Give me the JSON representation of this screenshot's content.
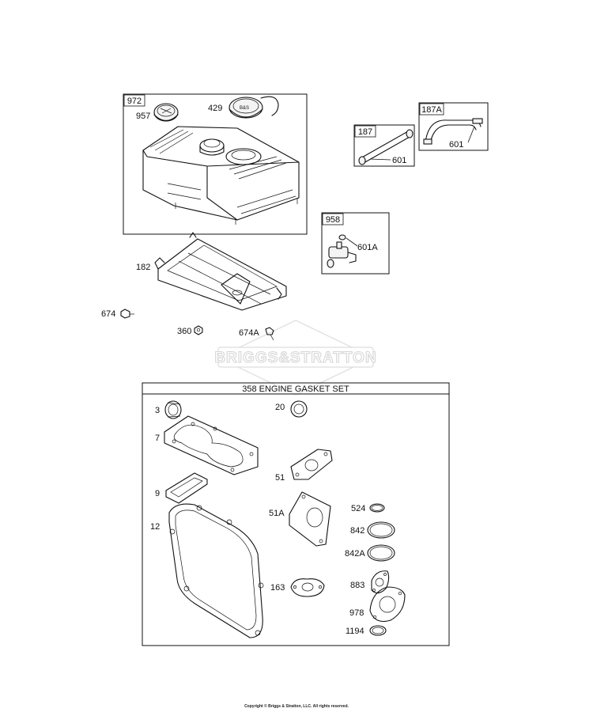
{
  "boxes": {
    "fuel_tank_assembly": "972",
    "fuel_line": "187",
    "fuel_line_alt": "187A",
    "shutoff_valve_assembly": "958"
  },
  "callouts": {
    "fuel_cap": "957",
    "fuel_cap_alt": "429",
    "fuel_tank_bracket": "182",
    "screw": "674",
    "nut": "360",
    "screw_a": "674A",
    "clamp_187": "601",
    "clamp_187a": "601",
    "clamp_958": "601A"
  },
  "gasket_set": {
    "title": "358 ENGINE GASKET SET",
    "items": {
      "seal_3": "3",
      "head_gasket_7": "7",
      "gasket_9": "9",
      "crankcase_gasket_12": "12",
      "seal_20": "20",
      "gasket_51": "51",
      "gasket_51a": "51A",
      "gasket_163": "163",
      "oring_524": "524",
      "oring_842": "842",
      "oring_842a": "842A",
      "gasket_883": "883",
      "gasket_978": "978",
      "oring_1194": "1194"
    }
  },
  "watermark": "BRIGGS&STRATTON",
  "copyright": "Copyright © Briggs & Stratton, LLC. All rights reserved."
}
